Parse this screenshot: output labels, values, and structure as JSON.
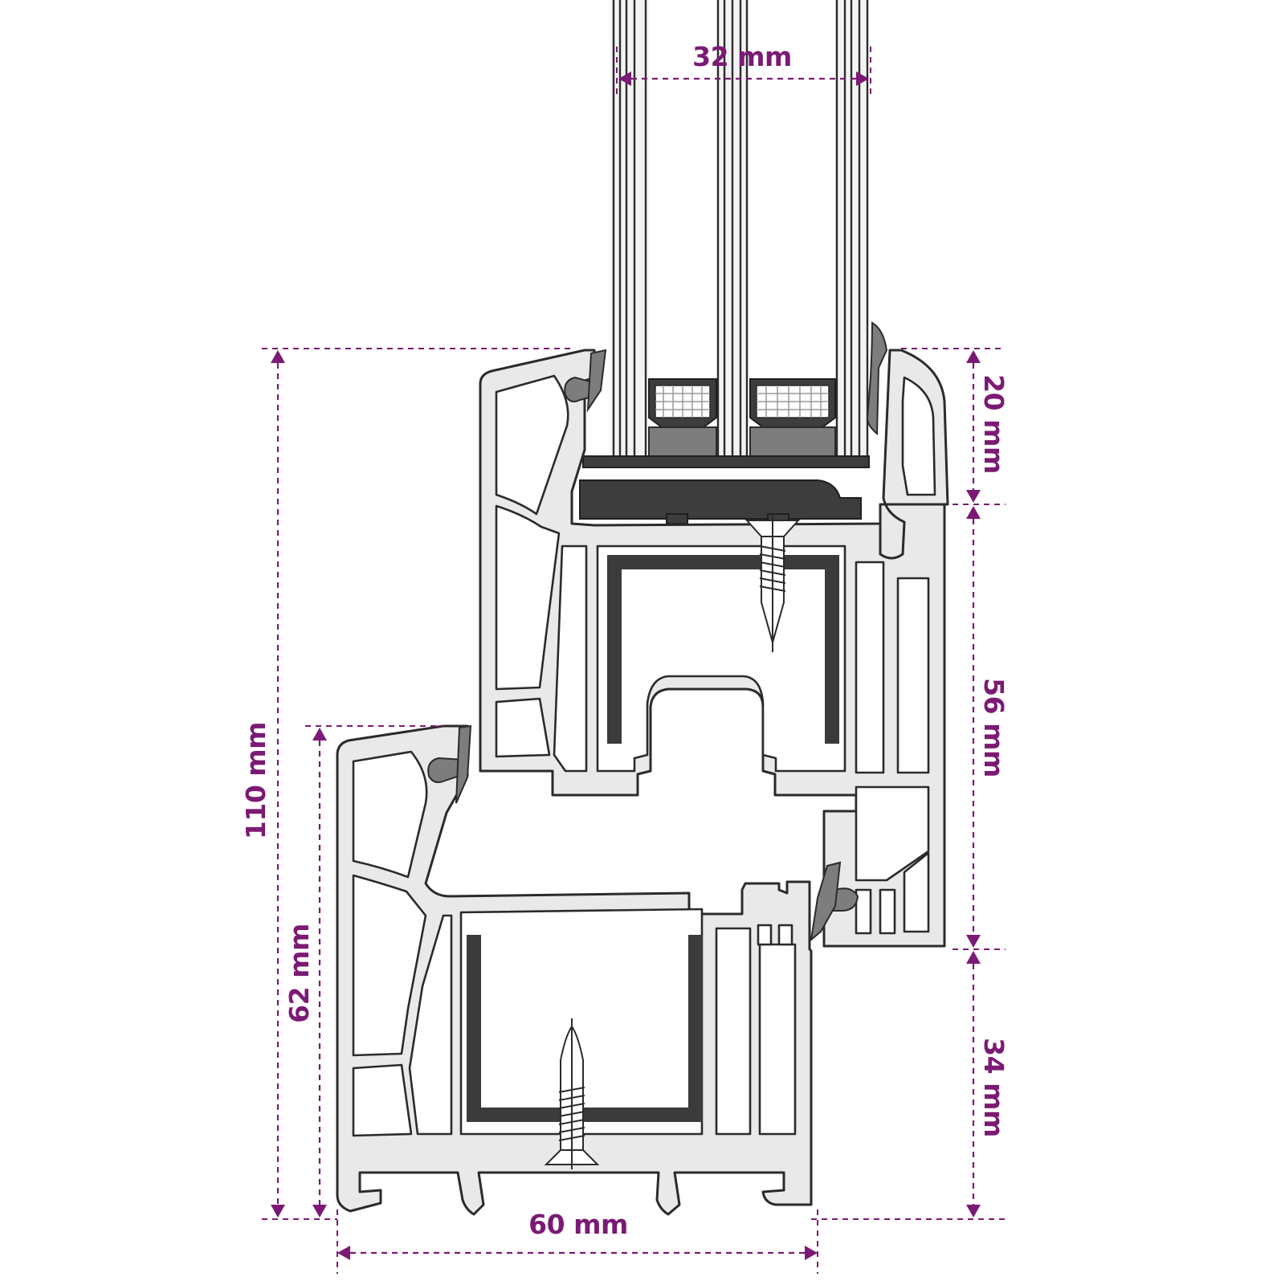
{
  "colors": {
    "dimension": "#7b1a74",
    "profile_outline": "#2b2b2b",
    "profile_fill": "#e9e9e9",
    "reinforcement": "#3b3b3b",
    "spacer": "#3d3d3d"
  },
  "dimensions": {
    "glass": "32 mm",
    "total_height": "110 mm",
    "frame_height": "62 mm",
    "sash_top": "20 mm",
    "sash_middle": "56 mm",
    "frame_bottom": "34 mm",
    "depth": "60 mm"
  },
  "icons": {
    "arrow": "triangle-arrow-icon",
    "screw": "screw-icon"
  }
}
